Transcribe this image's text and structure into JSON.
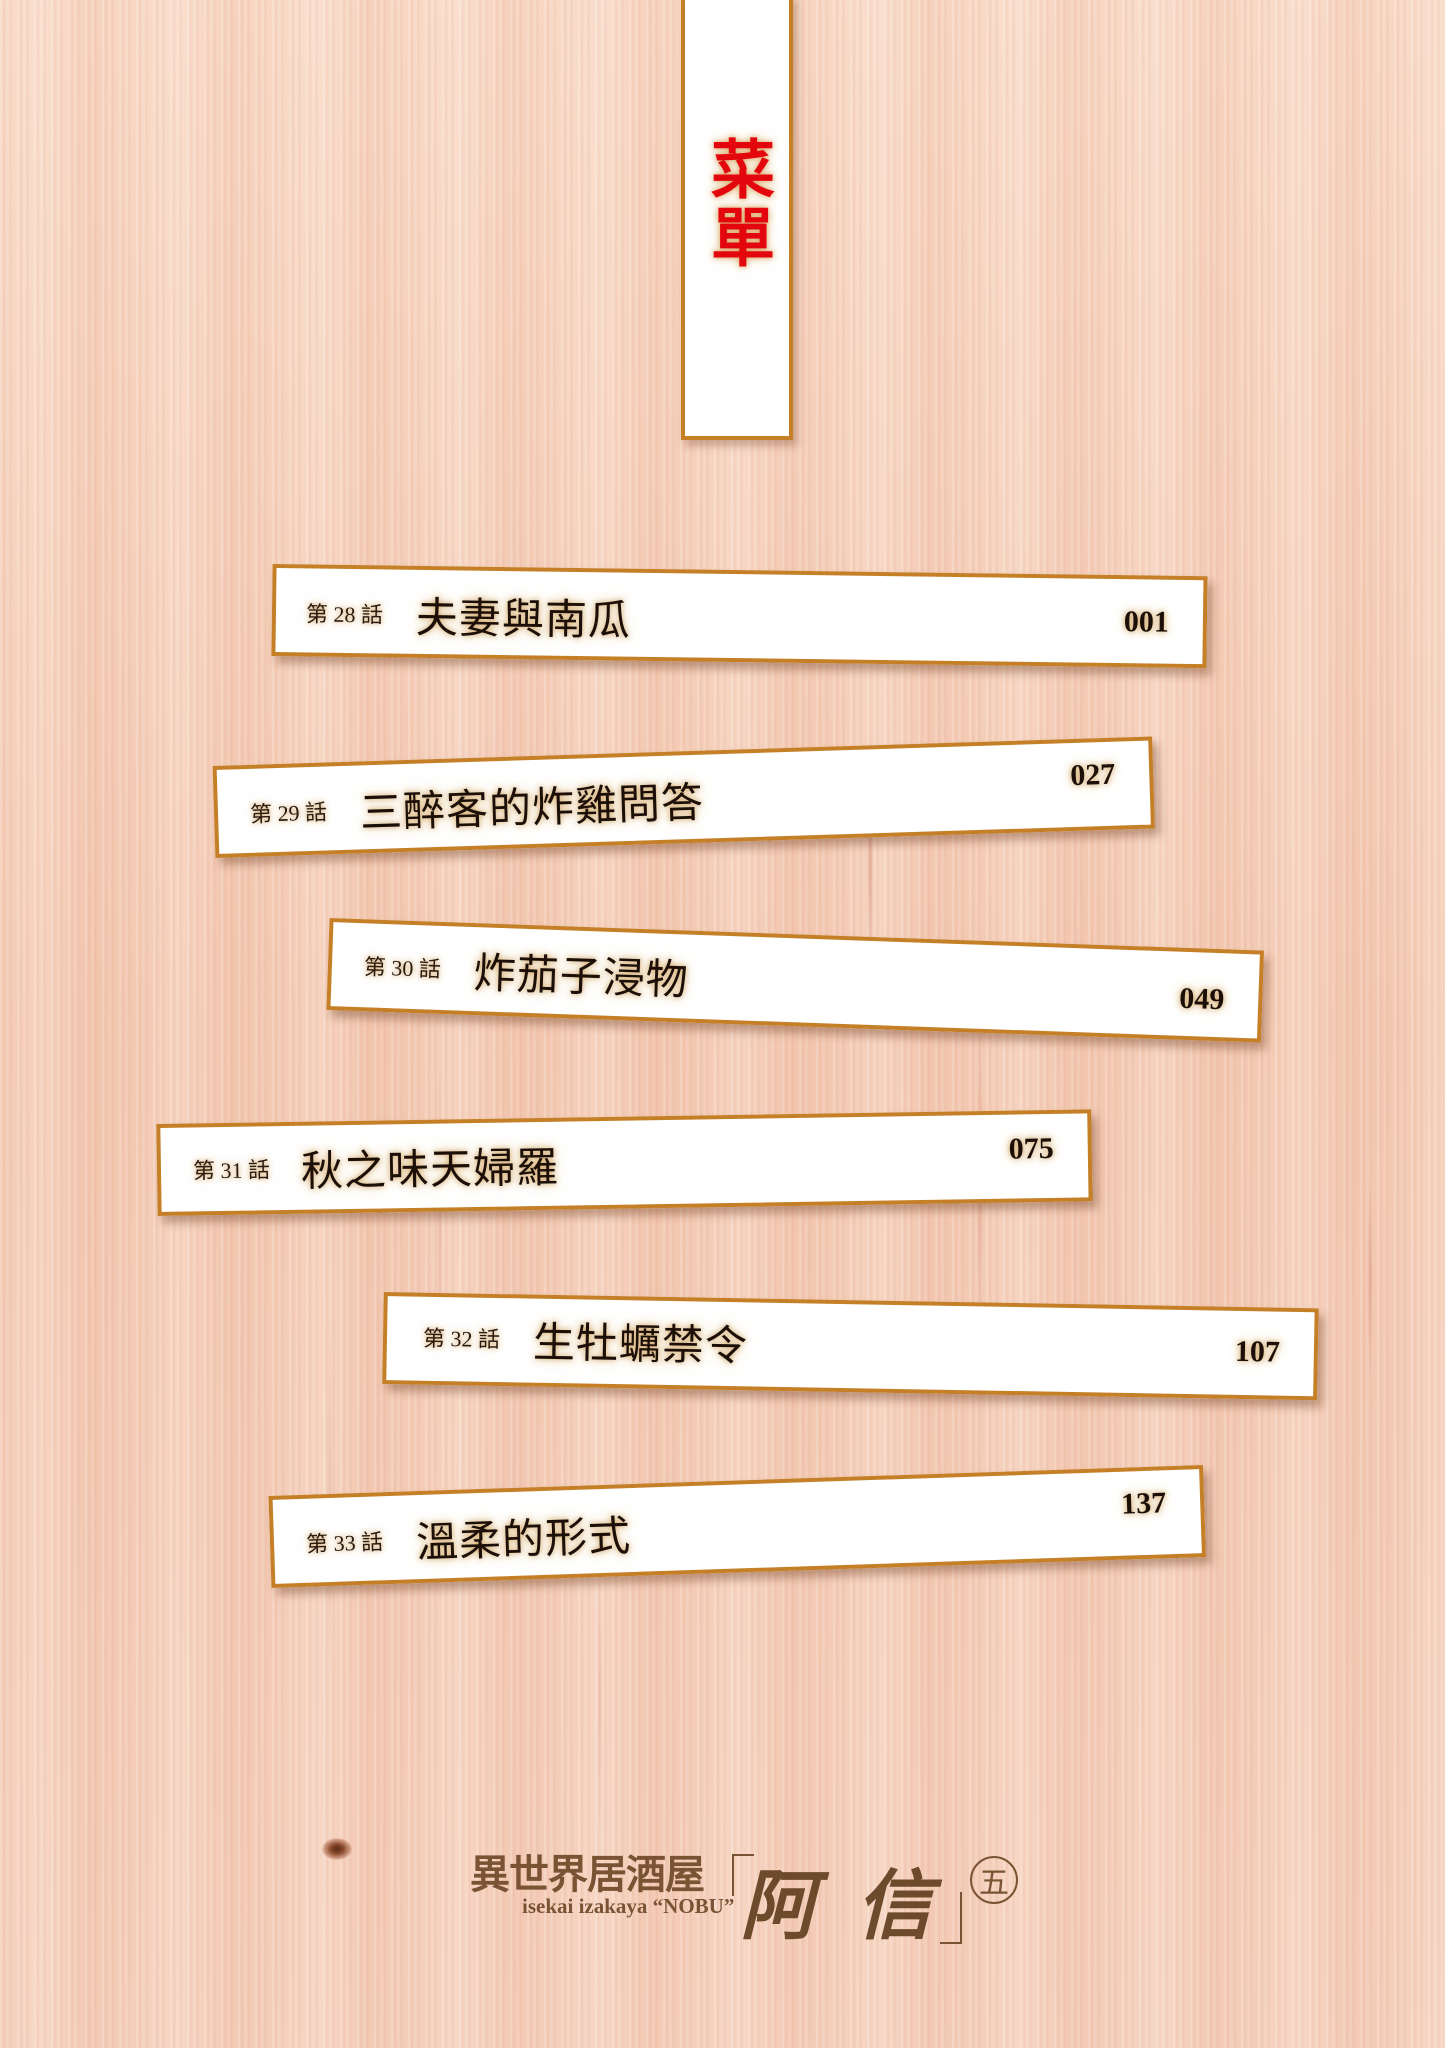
{
  "page": {
    "title": "菜單",
    "background_color": "#f6d2bd",
    "accent_border_color": "#c47f27",
    "title_color": "#e3070d"
  },
  "chapters": [
    {
      "number_label": "第 28 話",
      "title": "夫妻與南瓜",
      "page": "001"
    },
    {
      "number_label": "第 29 話",
      "title": "三醉客的炸雞問答",
      "page": "027"
    },
    {
      "number_label": "第 30 話",
      "title": "炸茄子浸物",
      "page": "049"
    },
    {
      "number_label": "第 31 話",
      "title": "秋之味天婦羅",
      "page": "075"
    },
    {
      "number_label": "第 32 話",
      "title": "生牡蠣禁令",
      "page": "107"
    },
    {
      "number_label": "第 33 話",
      "title": "溫柔的形式",
      "page": "137"
    }
  ],
  "footer": {
    "series_title": "異世界居酒屋",
    "romaji": "isekai izakaya “NOBU”",
    "brand": "阿信",
    "volume": "五"
  }
}
